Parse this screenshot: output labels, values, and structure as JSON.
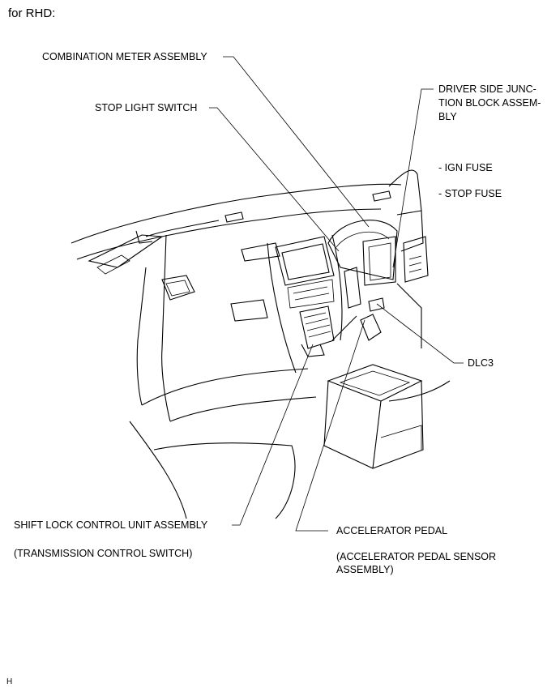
{
  "heading": "for RHD:",
  "labels": {
    "combination_meter": "COMBINATION METER ASSEMBLY",
    "stop_light_switch": "STOP LIGHT SWITCH",
    "driver_jb_line1": "DRIVER SIDE JUNC-",
    "driver_jb_line2": "TION BLOCK ASSEM-",
    "driver_jb_line3": "BLY",
    "ign_fuse": "- IGN FUSE",
    "stop_fuse": "- STOP FUSE",
    "dlc3": "DLC3",
    "shift_lock": "SHIFT LOCK CONTROL UNIT ASSEMBLY",
    "transmission_switch": "(TRANSMISSION CONTROL SWITCH)",
    "accelerator_pedal": "ACCELERATOR PEDAL",
    "accel_sensor_line1": "(ACCELERATOR PEDAL SENSOR",
    "accel_sensor_line2": "ASSEMBLY)"
  },
  "corner_mark": "H"
}
